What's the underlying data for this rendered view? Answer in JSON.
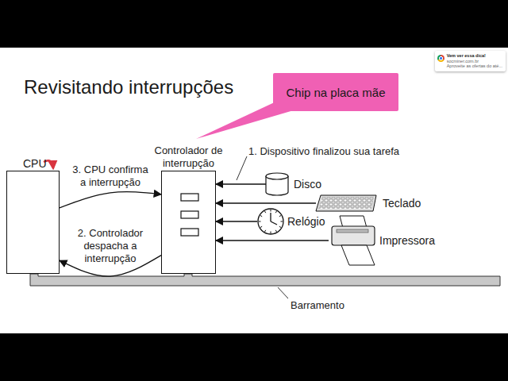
{
  "diagram": {
    "title": "Revisitando interrupções",
    "nodes": [
      {
        "text": [
          "Vem ver essa dica!",
          "socminer.com.br",
          "Aproveite as ofertas do até..."
        ]
      },
      {
        "text": [
          "Chip na placa mãe"
        ]
      },
      {
        "text": [
          "CPU"
        ]
      },
      {
        "text": [
          "Controlador de interrupção"
        ]
      },
      {
        "text": [
          "Disco"
        ]
      },
      {
        "text": [
          "Teclado"
        ]
      },
      {
        "text": [
          "Relógio"
        ]
      },
      {
        "text": [
          "Impressora"
        ]
      }
    ],
    "edges": [
      {
        "from": 2,
        "to": 3,
        "label": "3. CPU confirma a interrupção",
        "arrow": "to"
      },
      {
        "from": 3,
        "to": 2,
        "label": "2. Controlador despacha a interrupção",
        "arrow": "to"
      },
      {
        "from": 4,
        "to": 3,
        "arrow": "to"
      },
      {
        "from": 5,
        "to": 3,
        "arrow": "to"
      },
      {
        "from": 6,
        "to": 3,
        "arrow": "to"
      },
      {
        "from": 7,
        "to": 3,
        "arrow": "to"
      }
    ],
    "labels": [
      "1. Dispositivo finalizou sua tarefa",
      "Barramento"
    ]
  }
}
